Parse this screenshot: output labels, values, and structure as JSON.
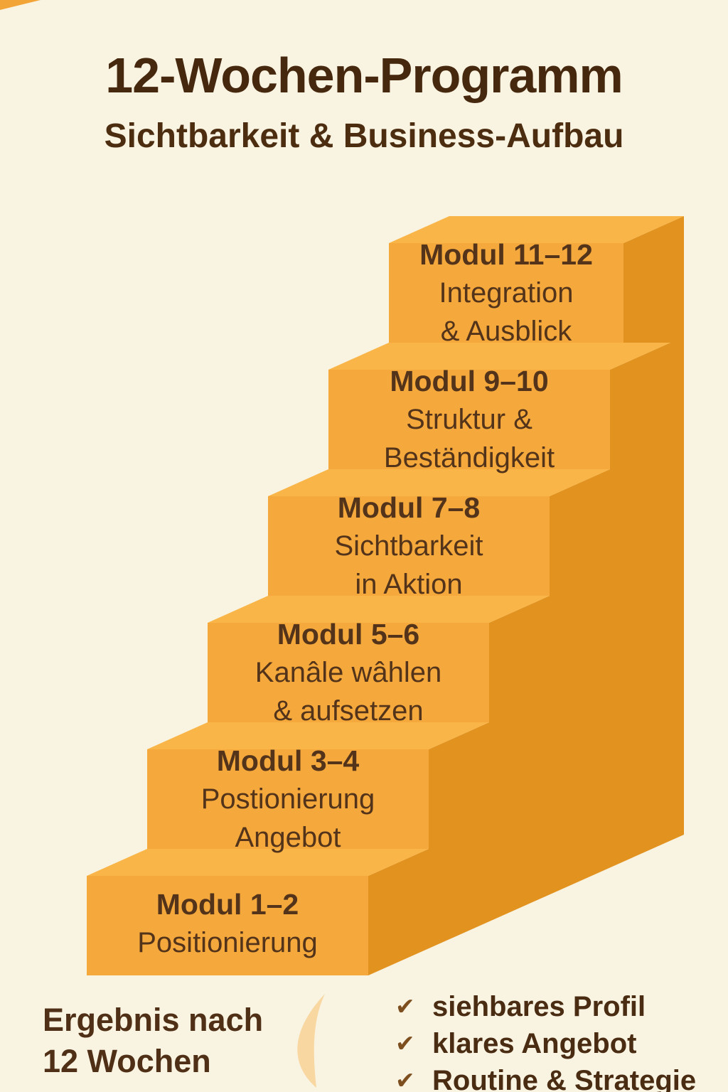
{
  "header": {
    "title": "12-Wochen-Programm",
    "subtitle": "Sichtbarkeit & Business-Aufbau"
  },
  "stairs": {
    "colors": {
      "front": "#F5A93C",
      "top": "#F9B547",
      "side": "#E2921F",
      "corner": "#F2A437"
    },
    "steps": [
      {
        "module": "Modul 1–2",
        "line1": "Positionierung"
      },
      {
        "module": "Modul 3–4",
        "line1": "Postionierung",
        "line2": "Angebot"
      },
      {
        "module": "Modul 5–6",
        "line1": "Kanâle wâhlen",
        "line2": "& aufsetzen"
      },
      {
        "module": "Modul 7–8",
        "line1": "Sichtbarkeit",
        "line2": "in Aktion"
      },
      {
        "module": "Modul 9–10",
        "line1": "Struktur &",
        "line2": "Beständigkeit"
      },
      {
        "module": "Modul 11–12",
        "line1": "Integration",
        "line2": "& Ausblick"
      }
    ]
  },
  "footer": {
    "result_line1": "Ergebnis nach",
    "result_line2": "12 Wochen",
    "swoosh_color": "#F8D7A0",
    "check_icon": "✔",
    "checklist": [
      "siehbares Profil",
      "klares Angebot",
      "Routine & Strategie"
    ]
  }
}
